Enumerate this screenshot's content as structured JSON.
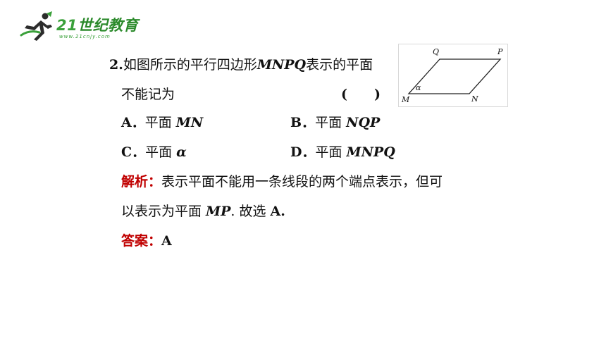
{
  "logo": {
    "main_num": "21",
    "main_cn": "世纪教育",
    "url": "www.21cnjy.com"
  },
  "question": {
    "number": "2.",
    "text_pre": "如图所示的平行四边形",
    "text_math": "MNPQ",
    "text_post": "表示的平面",
    "line2": "不能记为",
    "bracket": "(　　)"
  },
  "options": [
    {
      "letter": "A．",
      "prefix": "平面 ",
      "math": "MN"
    },
    {
      "letter": "B．",
      "prefix": "平面 ",
      "math": "NQP"
    },
    {
      "letter": "C．",
      "prefix": "平面 ",
      "math": "α"
    },
    {
      "letter": "D．",
      "prefix": "平面 ",
      "math": "MNPQ"
    }
  ],
  "figure": {
    "labels": {
      "Q": "Q",
      "P": "P",
      "M": "M",
      "N": "N",
      "alpha": "α"
    }
  },
  "analysis": {
    "label": "解析：",
    "line1": "表示平面不能用一条线段的两个端点表示，但可",
    "line2_pre": "以表示为平面 ",
    "line2_math": "MP",
    "line2_mid": ". 故选 ",
    "line2_ans": "A."
  },
  "answer": {
    "label": "答案：",
    "value": "A"
  }
}
